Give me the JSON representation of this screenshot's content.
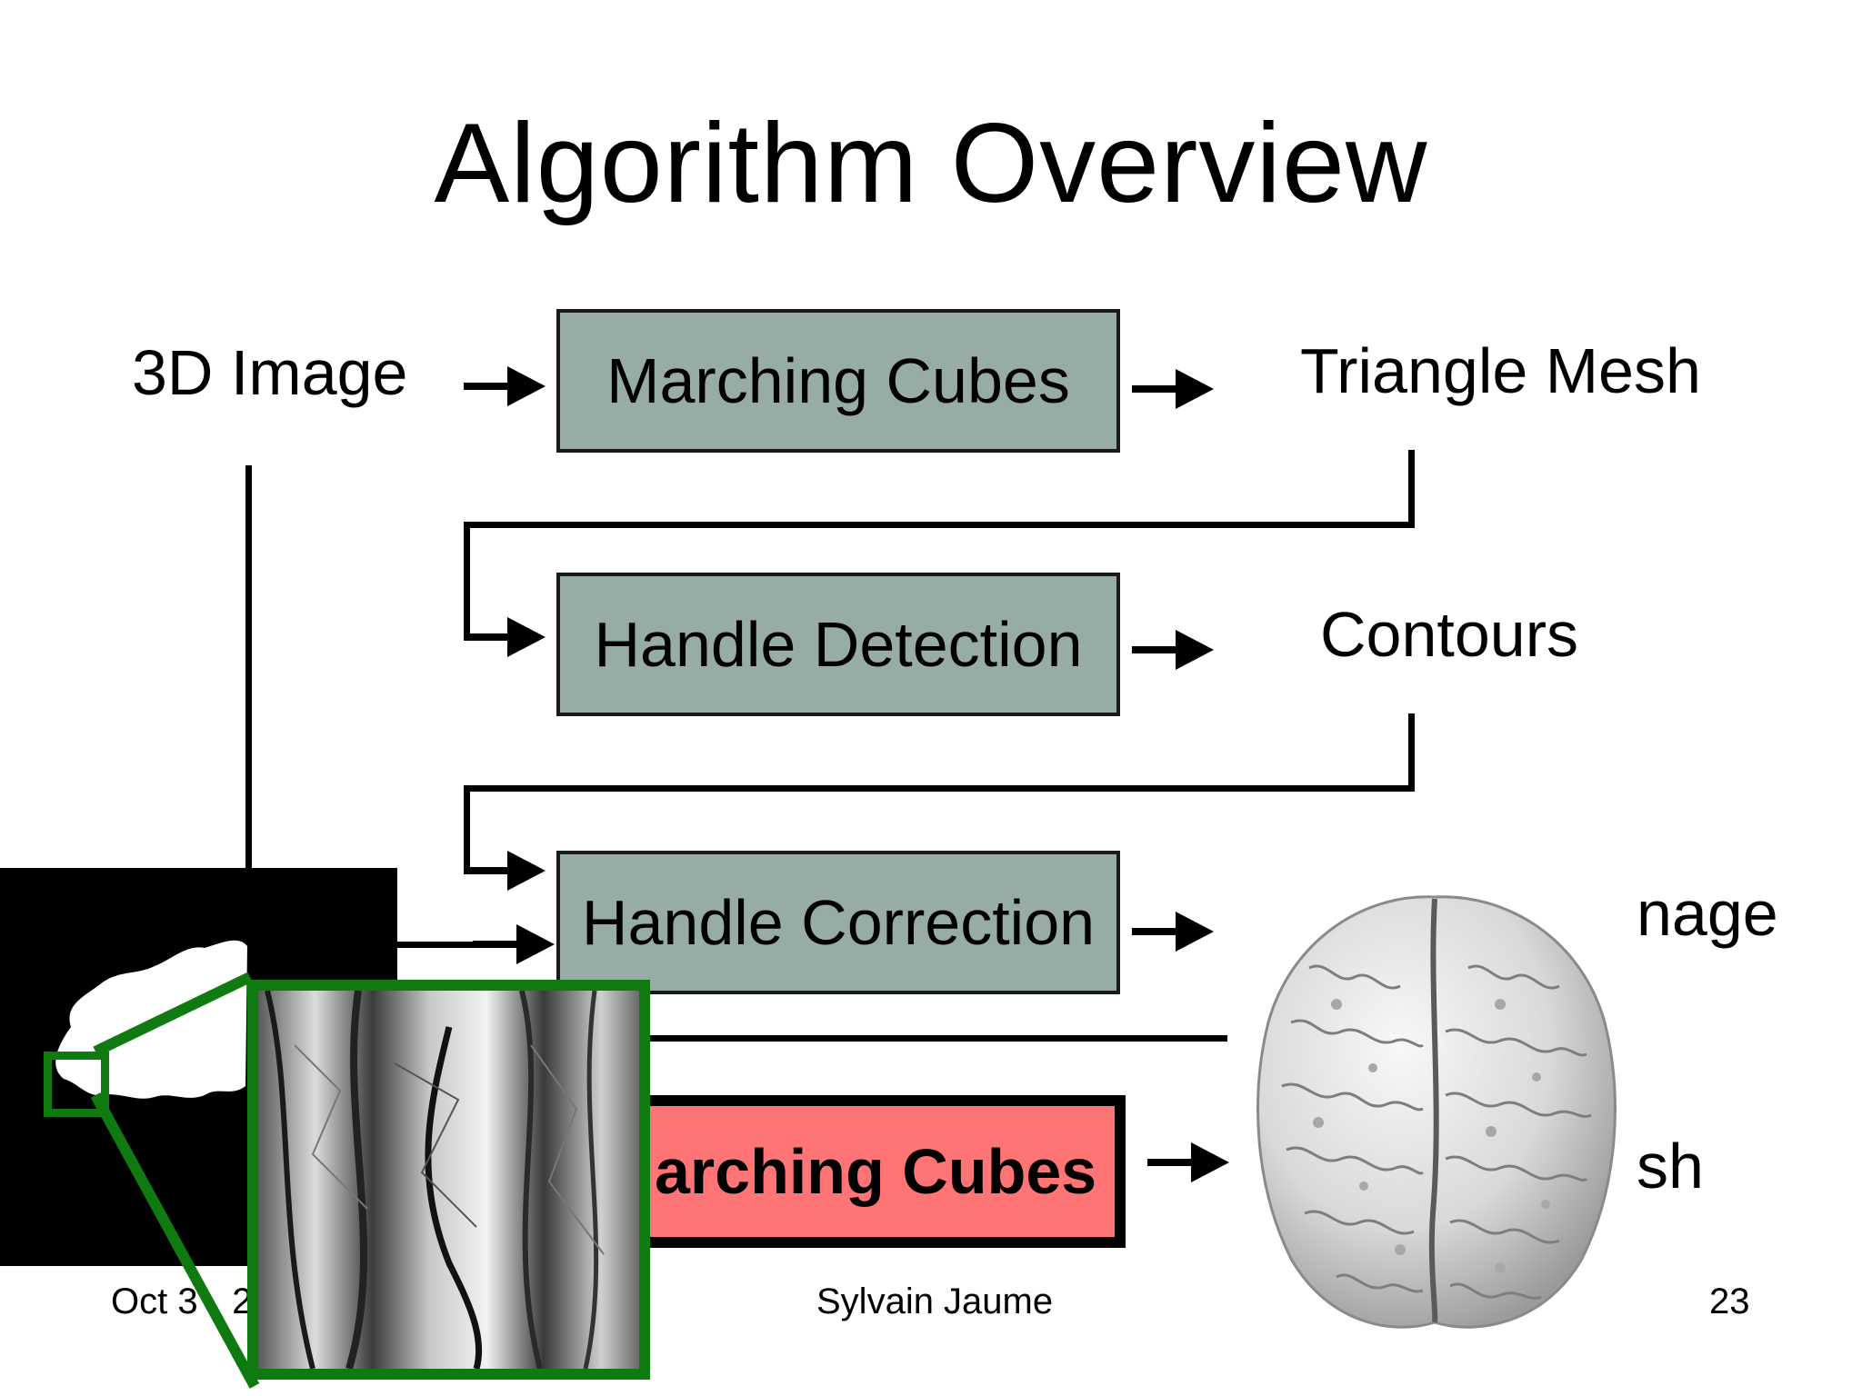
{
  "slide": {
    "title": "Algorithm Overview",
    "labels": {
      "input_image": "3D Image",
      "triangle_mesh": "Triangle Mesh",
      "contours": "Contours",
      "corrected_image_partial": "nage",
      "final_mesh_partial": "sh"
    },
    "boxes": {
      "marching_cubes": "Marching Cubes",
      "handle_detection": "Handle Detection",
      "handle_correction": "Handle Correction",
      "marching_cubes_final_partial": "arching Cubes"
    },
    "colors": {
      "box_fill": "#97aba7",
      "final_box_fill": "#ff7575",
      "zoom_frame": "#0f7a0f"
    },
    "footer": {
      "date_partial": "Oct 3",
      "date_partial_2": ", 2",
      "author": "Sylvain Jaume",
      "page_number": "23"
    },
    "images": [
      "binary-slice-image",
      "mesh-zoom-image",
      "brain-render-image"
    ]
  }
}
